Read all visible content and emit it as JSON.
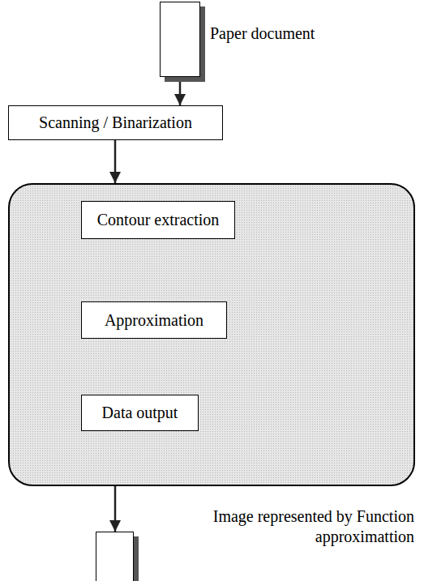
{
  "diagram": {
    "nodes": [
      {
        "text": [
          "Paper document"
        ]
      },
      {
        "text": [
          "Scanning / Binarization"
        ]
      },
      {
        "text": []
      },
      {
        "text": [
          "Contour extraction"
        ],
        "in": 2
      },
      {
        "text": [
          "Approximation"
        ],
        "in": 2
      },
      {
        "text": [
          "Data output"
        ],
        "in": 2
      },
      {
        "text": [
          "Image represented by Function approximattion"
        ]
      }
    ],
    "edges": [
      {
        "from": 0,
        "to": 1,
        "arrow": "to"
      },
      {
        "from": 1,
        "to": 2,
        "arrow": "to"
      },
      {
        "from": 3,
        "to": 4,
        "arrow": "to"
      },
      {
        "from": 4,
        "to": 5,
        "arrow": "to"
      },
      {
        "from": 2,
        "to": 6,
        "arrow": "to"
      }
    ]
  }
}
